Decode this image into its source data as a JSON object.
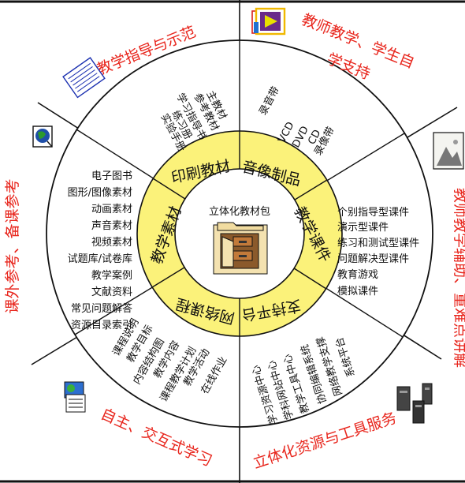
{
  "center": {
    "label": "立体化教材包"
  },
  "ring": {
    "print": "印刷教材",
    "audio_video": "音像制品",
    "courseware": "教学课件",
    "support_platform": "支持平台",
    "network_course": "网络课程",
    "teaching_materials": "教学素材"
  },
  "outer_labels": {
    "guidance": "教学指导与示范",
    "teacher_student_line1": "教师教学、学生自",
    "teacher_student_line2": "学支持",
    "teaching_aid": "教师教学辅助、重难点讲解",
    "resource_service": "立体化资源与工具服务",
    "self_interactive": "自主、交互式学习",
    "extracurricular": "课外参考、备课参考"
  },
  "print_items": [
    "主教材",
    "参考教材",
    "学习指导书",
    "练习册",
    "实验手册"
  ],
  "av_items": [
    "录音带",
    "VCD",
    "DVD",
    "CD",
    "录像带"
  ],
  "courseware_items": [
    "个别指导型课件",
    "演示型课件",
    "练习和测试型课件",
    "问题解决型课件",
    "教育游戏",
    "模拟课件"
  ],
  "material_items": [
    "电子图书",
    "图形/图像素材",
    "动画素材",
    "声音素材",
    "视频素材",
    "试题库/试卷库",
    "教学案例",
    "文献资料",
    "常见问题解答",
    "资源目录索引"
  ],
  "network_items": [
    "课程说明",
    "教学目标",
    "内容结构图",
    "教学内容",
    "课程教学计划",
    "教学活动",
    "在线作业"
  ],
  "platform_items": [
    "学习资源中心",
    "学科网站中心",
    "教学工具中心",
    "协同编辑系统",
    "网络教学支撑",
    "系统平台"
  ],
  "colors": {
    "accent_red": "#e8261d",
    "ring_yellow": "#fbf27a",
    "line": "#111111"
  }
}
